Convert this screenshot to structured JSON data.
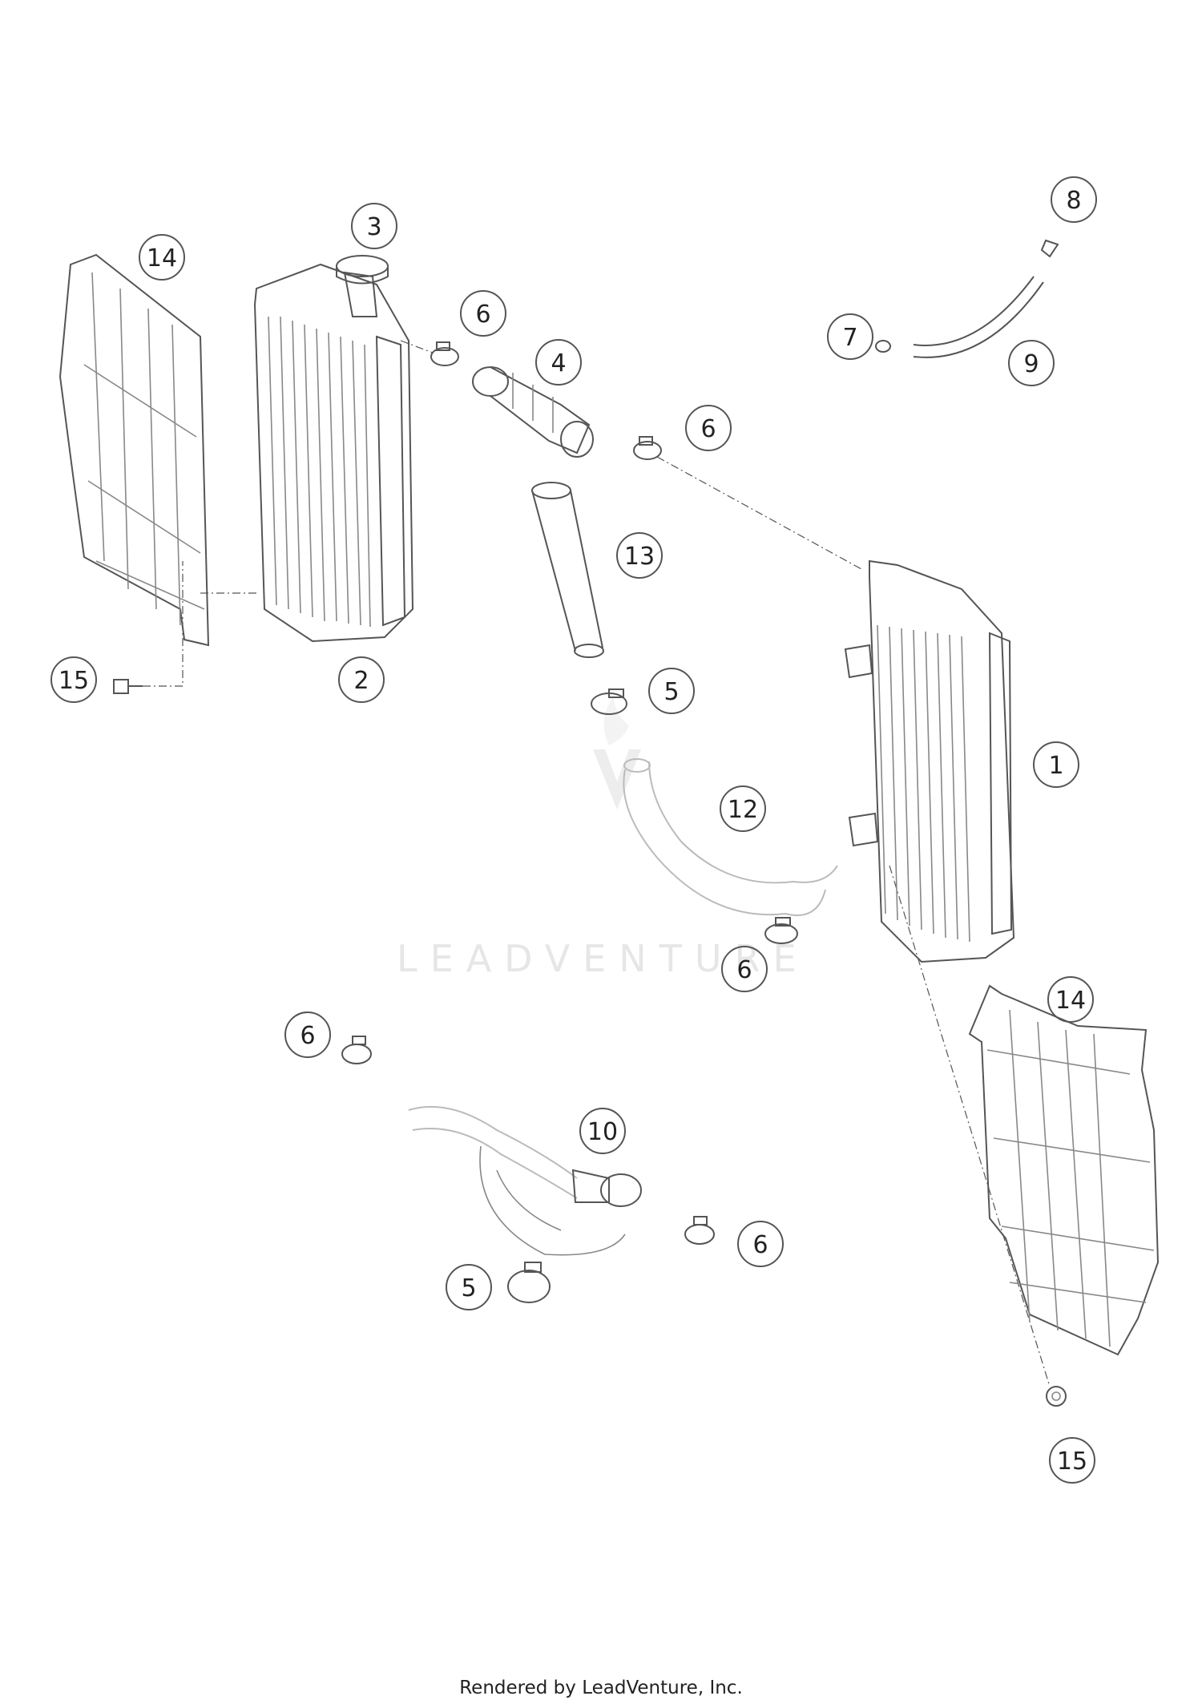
{
  "diagram": {
    "watermark": "LEADVENTURE",
    "callouts": [
      "1",
      "2",
      "3",
      "4",
      "5",
      "5",
      "6",
      "6",
      "6",
      "6",
      "6",
      "7",
      "8",
      "9",
      "10",
      "12",
      "13",
      "14",
      "14",
      "15",
      "15"
    ]
  },
  "footer": {
    "text": "Rendered by LeadVenture, Inc."
  },
  "colors": {
    "line": "#555555",
    "watermark": "#e6e6e6",
    "background": "#ffffff"
  }
}
